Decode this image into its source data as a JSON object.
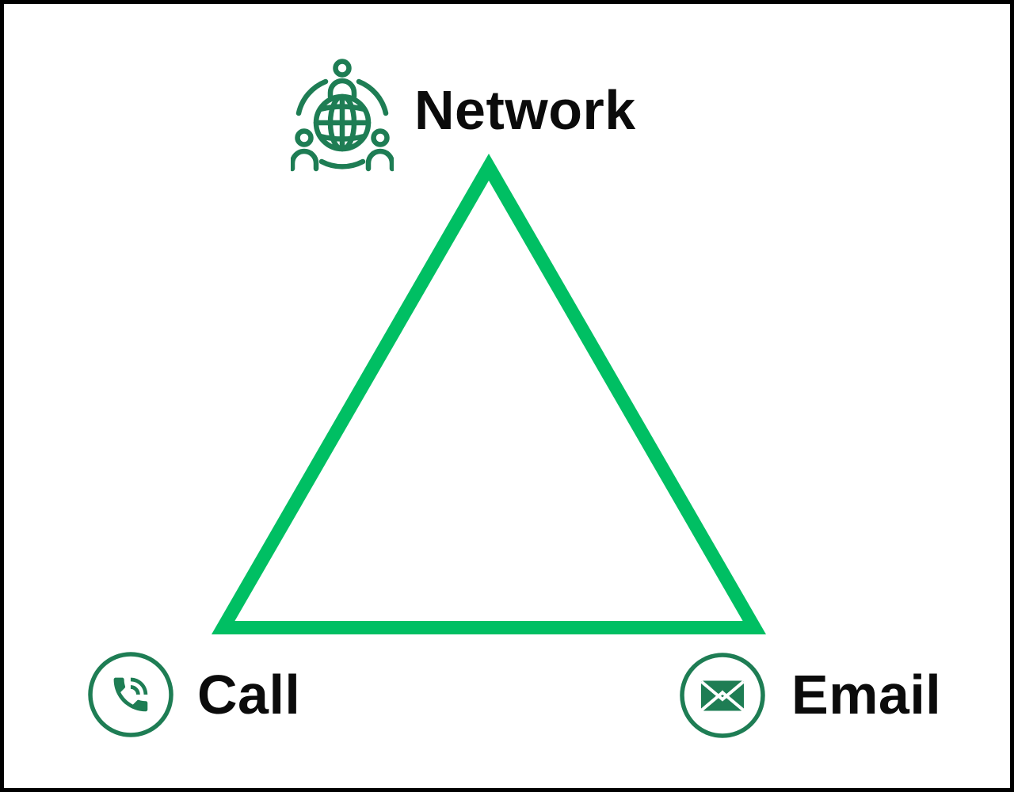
{
  "frame": {
    "background": "#ffffff",
    "border_color": "#000000"
  },
  "colors": {
    "triangle": "#00bf63",
    "icon_green": "#1e7d54",
    "text": "#0b0b0b",
    "envelope_lines": "#ffffff"
  },
  "diagram": {
    "type": "triangle-relationship",
    "vertices": [
      {
        "id": "top",
        "label": "Network",
        "icon": "network-globe-users-icon"
      },
      {
        "id": "bottom-left",
        "label": "Call",
        "icon": "phone-call-icon"
      },
      {
        "id": "bottom-right",
        "label": "Email",
        "icon": "email-envelope-icon"
      }
    ]
  }
}
